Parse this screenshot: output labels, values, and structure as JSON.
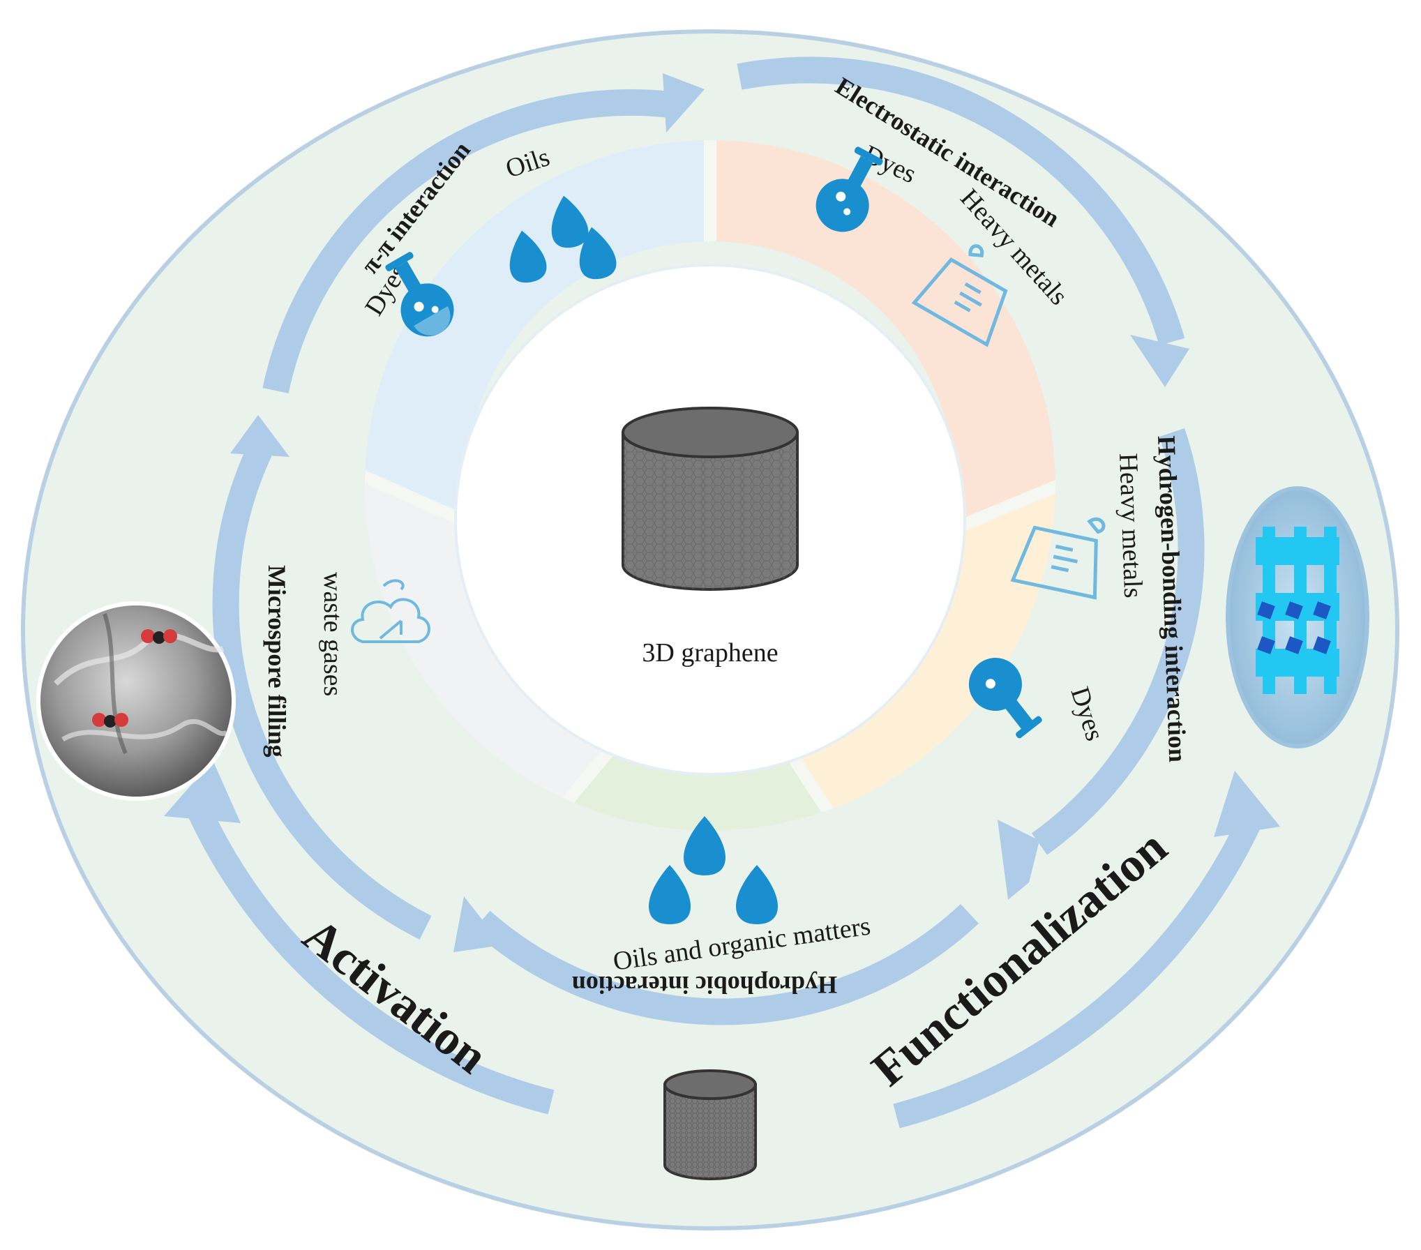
{
  "center": {
    "label": "3D graphene"
  },
  "sectors": {
    "pi_pi": {
      "title": "π-π interaction",
      "items": [
        "Dyes",
        "Oils"
      ]
    },
    "electrostatic": {
      "title": "Electrostatic interaction",
      "items": [
        "Dyes",
        "Heavy metals"
      ]
    },
    "hydrogen_bonding": {
      "title": "Hydrogen-bonding interaction",
      "items": [
        "Heavy metals",
        "Dyes"
      ]
    },
    "hydrophobic": {
      "title": "Hydrophobic interaction",
      "items": [
        "Oils and organic matters"
      ]
    },
    "microspore": {
      "title": "Microspore filling",
      "items": [
        "waste gases"
      ]
    }
  },
  "outer": {
    "activation": "Activation",
    "functionalization": "Functionalization"
  },
  "colors": {
    "arrow": "#aecbe8",
    "pi_pi": "#deedf8",
    "electrostatic": "#fbe3d6",
    "hydrogen_bonding": "#fdf0d6",
    "hydrophobic": "#e3f0dc",
    "microspore": "#f1f2f4",
    "outer_ring": "#eaf2ec",
    "icon_blue": "#1a8fcf"
  },
  "icons": [
    "flask-icon",
    "droplet-icon",
    "beaker-icon",
    "cloud-icon",
    "graphene-cylinder-icon",
    "sem-image-icon",
    "lattice-icon"
  ]
}
